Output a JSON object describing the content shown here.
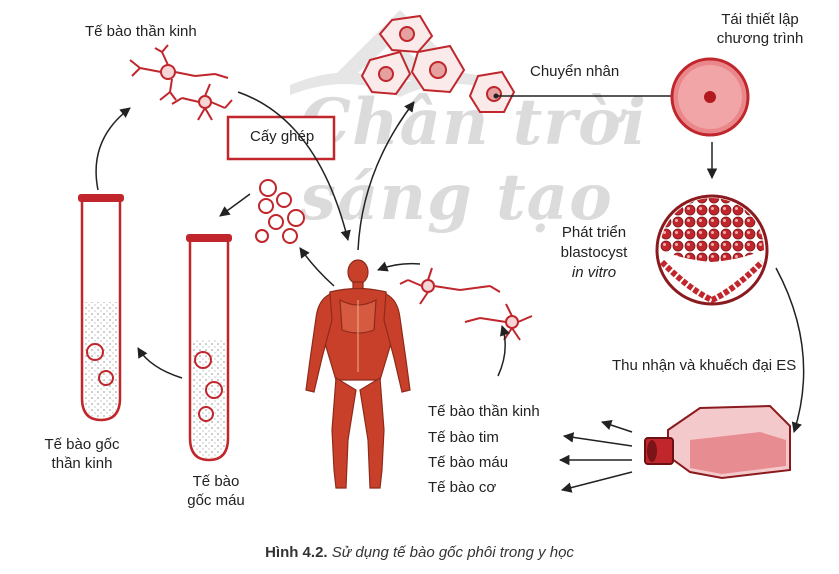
{
  "labels": {
    "neuron_top": "Tế bào thần kinh",
    "reprogram_line1": "Tái thiết lập",
    "reprogram_line2": "chương trình",
    "nuclear_transfer": "Chuyển nhân",
    "transplant": "Cấy ghép",
    "blastocyst_line1": "Phát triển",
    "blastocyst_line2": "blastocyst",
    "blastocyst_line3": "in vitro",
    "es_harvest": "Thu nhận và khuếch đại ES",
    "diff_neuron": "Tế bào thần kinh",
    "diff_heart": "Tế bào tim",
    "diff_blood": "Tế bào máu",
    "diff_muscle": "Tế bào cơ",
    "neural_stem_line1": "Tế bào gốc",
    "neural_stem_line2": "thần kinh",
    "blood_stem_line1": "Tế bào",
    "blood_stem_line2": "gốc máu"
  },
  "watermark": {
    "text": "Chân trời sáng tạo"
  },
  "caption": {
    "number": "Hình 4.2.",
    "text": "Sử dụng tế bào gốc phôi trong y học"
  },
  "colors": {
    "accent_red": "#c0262c",
    "cell_fill": "#f5d6d6",
    "body_red": "#c8402a",
    "arrow": "#222222"
  }
}
